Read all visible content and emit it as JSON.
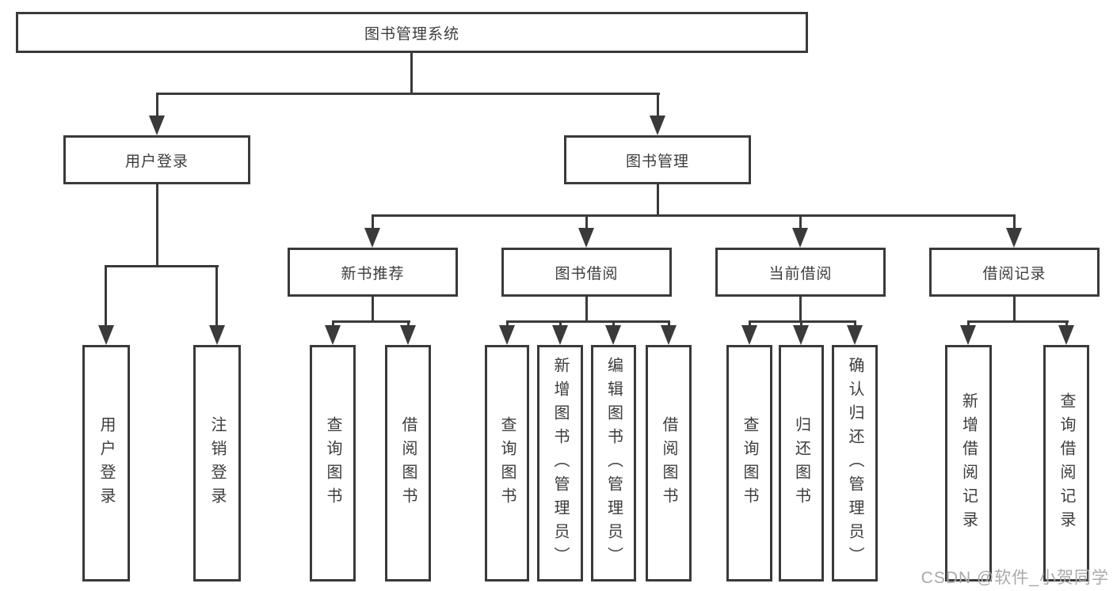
{
  "diagram": {
    "root": {
      "label": "图书管理系统"
    },
    "level2": [
      {
        "label": "用户登录"
      },
      {
        "label": "图书管理"
      }
    ],
    "level3": [
      {
        "label": "新书推荐"
      },
      {
        "label": "图书借阅"
      },
      {
        "label": "当前借阅"
      },
      {
        "label": "借阅记录"
      }
    ],
    "leaves": {
      "user": [
        "用户登录",
        "注销登录"
      ],
      "new_books": [
        "查询图书",
        "借阅图书"
      ],
      "borrowing": [
        "查询图书",
        "新增图书（管理员）",
        "编辑图书（管理员）",
        "借阅图书"
      ],
      "current": [
        "查询图书",
        "归还图书",
        "确认归还（管理员）"
      ],
      "records": [
        "新增借阅记录",
        "查询借阅记录"
      ]
    },
    "colors": {
      "line": "#3a3a3a",
      "text": "#3c3c3c",
      "watermark": "#a9a9a9"
    },
    "watermark": "CSDN @软件_小贺同学"
  }
}
